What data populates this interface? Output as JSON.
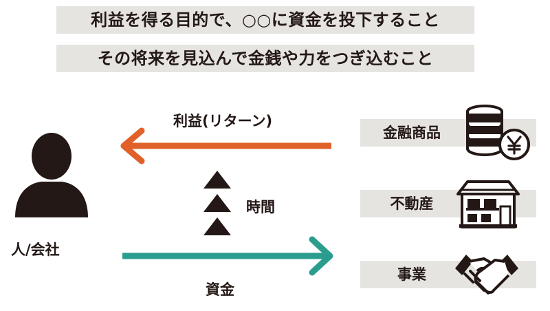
{
  "banners": [
    "利益を得る目的で、○○に資金を投下すること",
    "その将来を見込んで金銭や力をつぎ込むこと"
  ],
  "return_arrow": {
    "label": "利益(リターン)",
    "color": "#e0612a"
  },
  "time_label": "時間",
  "investment_arrow": {
    "label": "資金",
    "color": "#2a9d8f"
  },
  "investor_label": "人/会社",
  "categories": [
    {
      "label": "金融商品",
      "icon": "coin-stack-yen-icon"
    },
    {
      "label": "不動産",
      "icon": "house-icon"
    },
    {
      "label": "事業",
      "icon": "handshake-icon"
    }
  ],
  "colors": {
    "banner_bg": "#e6e4e1",
    "ink": "#231815"
  }
}
